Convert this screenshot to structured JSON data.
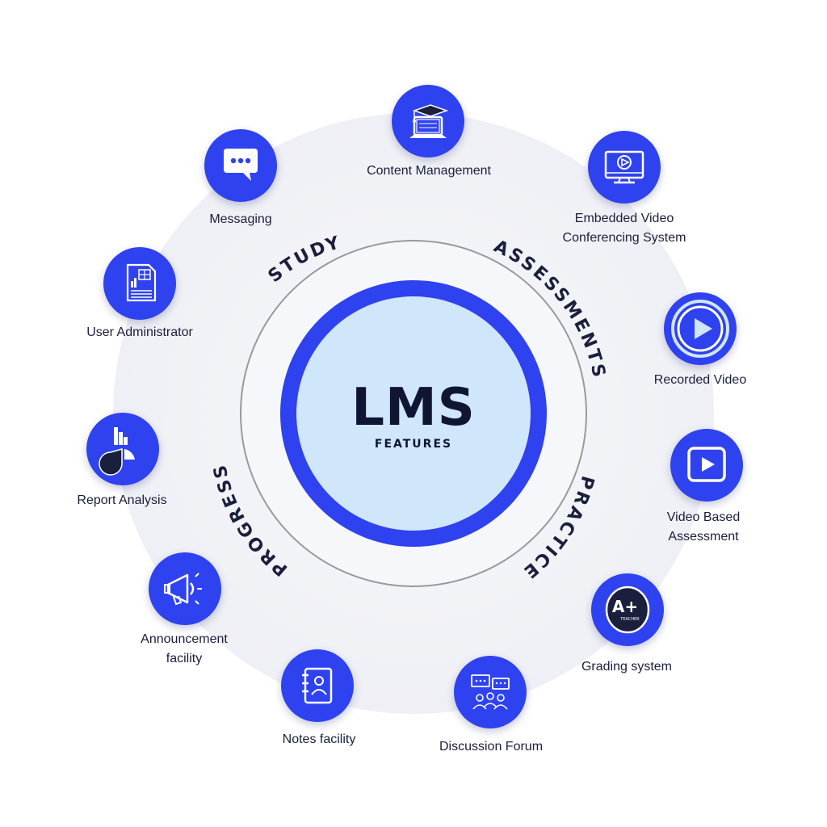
{
  "center": {
    "title": "LMS",
    "subtitle": "FEATURES"
  },
  "sections": {
    "study": "STUDY",
    "assessments": "ASSESSMENTS",
    "practice": "PRACTICE",
    "progress": "PROGRESS"
  },
  "features": {
    "content_management": "Content Management",
    "embedded_video": "Embedded Video\nConferencing System",
    "recorded_video": "Recorded Video",
    "video_based_assessment": "Video Based\nAssessment",
    "grading_system": "Grading system",
    "discussion_forum": "Discussion Forum",
    "notes_facility": "Notes facility",
    "announcement_facility": "Announcement\nfacility",
    "report_analysis": "Report Analysis",
    "user_administrator": "User Administrator",
    "messaging": "Messaging"
  },
  "icons": {
    "content_management": "laptop-graduation-cap-icon",
    "embedded_video": "monitor-play-icon",
    "recorded_video": "play-circle-icon",
    "video_based_assessment": "video-play-icon",
    "grading_system": "a-plus-grade-icon",
    "discussion_forum": "chat-group-icon",
    "notes_facility": "address-book-icon",
    "announcement_facility": "megaphone-icon",
    "report_analysis": "chart-pie-icon",
    "user_administrator": "document-chart-icon",
    "messaging": "chat-bubble-icon"
  },
  "grade_badge_text": {
    "grade": "A+",
    "caption": "TEACHER"
  },
  "colors": {
    "accent_blue": "#2f42f0",
    "center_fill": "#cfe6fb",
    "outer_disc": "#f3f4f8",
    "ring_line": "#9a9a9a",
    "text_dark": "#1a1f3c"
  }
}
